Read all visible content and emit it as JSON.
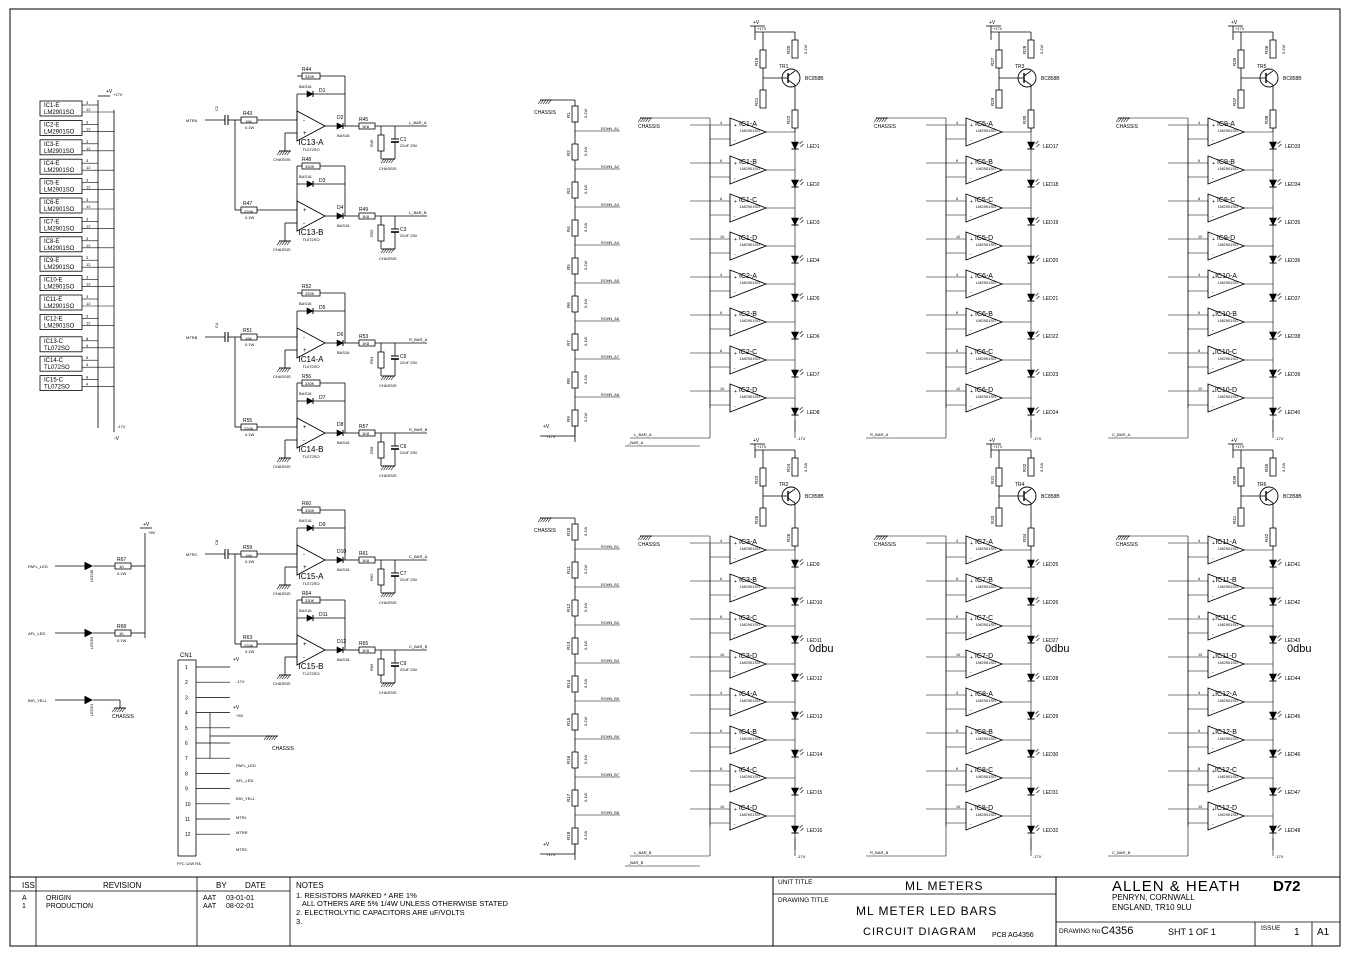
{
  "supply_blocks": [
    {
      "label": "IC1-E",
      "part": "LM2901SO"
    },
    {
      "label": "IC2-E",
      "part": "LM2901SO"
    },
    {
      "label": "IC3-E",
      "part": "LM2901SO"
    },
    {
      "label": "IC4-E",
      "part": "LM2901SO"
    },
    {
      "label": "IC5-E",
      "part": "LM2901SO"
    },
    {
      "label": "IC6-E",
      "part": "LM2901SO"
    },
    {
      "label": "IC7-E",
      "part": "LM2901SO"
    },
    {
      "label": "IC8-E",
      "part": "LM2901SO"
    },
    {
      "label": "IC9-E",
      "part": "LM2901SO"
    },
    {
      "label": "IC10-E",
      "part": "LM2901SO"
    },
    {
      "label": "IC11-E",
      "part": "LM2901SO"
    },
    {
      "label": "IC12-E",
      "part": "LM2901SO"
    },
    {
      "label": "IC13-C",
      "part": "TL072SO"
    },
    {
      "label": "IC14-C",
      "part": "TL072SO"
    },
    {
      "label": "IC15-C",
      "part": "TL072SO"
    }
  ],
  "supply_labels": {
    "plus": "+V",
    "plus17": "+17V",
    "minus17": "-17V",
    "minus": "-V",
    "plus5": "+5V",
    "chassis": "CHASSIS"
  },
  "rectifiers": [
    {
      "input": "MTRA",
      "cap": "C2",
      "r_in": "R43",
      "r_in_val": "15K",
      "fb_r": "R44",
      "fb_val": "330K",
      "d_fb": "D1",
      "d_out": "D2",
      "diode": "BAS16",
      "opamp": "IC13-A",
      "r_out": "R45",
      "r_out_val": "1K8",
      "r_load": "R46",
      "cap_out": "C1",
      "cap_val": "22uF 25V",
      "output": "L_BAR_A",
      "r2": "R47",
      "r2_val": "220K",
      "fb_r2": "R48",
      "d3": "D3",
      "d4": "D4",
      "opamp2": "IC13-B",
      "r_out2": "R49",
      "r_load2": "R50",
      "cap_out2": "C3",
      "output2": "L_BAR_B",
      "part": "TL072SO"
    },
    {
      "input": "MTRB",
      "cap": "C4",
      "r_in": "R51",
      "r_in_val": "15K",
      "fb_r": "R52",
      "fb_val": "330K",
      "d_fb": "D5",
      "d_out": "D6",
      "diode": "BAS16",
      "opamp": "IC14-A",
      "r_out": "R53",
      "r_out_val": "1K8",
      "r_load": "R54",
      "cap_out": "C5",
      "cap_val": "22uF 25V",
      "output": "R_BAR_A",
      "r2": "R55",
      "r2_val": "220K",
      "fb_r2": "R56",
      "d3": "D7",
      "d4": "D8",
      "opamp2": "IC14-B",
      "r_out2": "R57",
      "r_load2": "R58",
      "cap_out2": "C6",
      "output2": "R_BAR_B",
      "part": "TL072SO"
    },
    {
      "input": "MTRC",
      "cap": "C8",
      "r_in": "R59",
      "r_in_val": "15K",
      "fb_r": "R60",
      "fb_val": "330K",
      "d_fb": "D9",
      "d_out": "D10",
      "diode": "BAS16",
      "opamp": "IC15-A",
      "r_out": "R61",
      "r_out_val": "1K8",
      "r_load": "R62",
      "cap_out": "C7",
      "cap_val": "22uF 25V",
      "output": "C_BAR_A",
      "r2": "R63",
      "r2_val": "220K",
      "fb_r2": "R64",
      "d3": "D11",
      "d4": "D12",
      "opamp2": "IC15-B",
      "r_out2": "R65",
      "r_load2": "R66",
      "cap_out2": "C9",
      "output2": "C_BAR_B",
      "part": "TL072SO"
    }
  ],
  "status_leds": [
    {
      "net": "PAFL_LED",
      "led": "LED49",
      "res": "R67",
      "val": "1K"
    },
    {
      "net": "AFL_LED",
      "led": "LED50",
      "res": "R68",
      "val": "1K"
    },
    {
      "net": "BIG_YELL",
      "led": "LED51",
      "res": "",
      "val": ""
    }
  ],
  "connector": {
    "ref": "CN1",
    "desc": "FFC 12W RA",
    "pins": [
      "1",
      "2",
      "3",
      "4",
      "5",
      "6",
      "7",
      "8",
      "9",
      "10",
      "11",
      "12"
    ],
    "nets": [
      "+V",
      "-17V",
      "+5V",
      "CHASSIS",
      "PAFL_LED",
      "AFL_LED",
      "BIG_YELL",
      "MTRL",
      "MTRR",
      "MTRC"
    ]
  },
  "ladders": [
    {
      "resistors": [
        "R1",
        "R2",
        "R3",
        "R4",
        "R5",
        "R6",
        "R7",
        "R8",
        "R9"
      ],
      "nodes": [
        "ROHN_A1",
        "ROHN_A2",
        "ROHN_A3",
        "ROHN_A4",
        "ROHN_A5",
        "ROHN_A6",
        "ROHN_A7",
        "ROHN_A8"
      ],
      "bar": "_BAR_A"
    },
    {
      "resistors": [
        "R10",
        "R11",
        "R12",
        "R13",
        "R14",
        "R15",
        "R16",
        "R17",
        "R18"
      ],
      "nodes": [
        "ROHN_B1",
        "ROHN_B2",
        "ROHN_B3",
        "ROHN_B4",
        "ROHN_B5",
        "ROHN_B6",
        "ROHN_B7",
        "ROHN_B8"
      ],
      "bar": "_BAR_B"
    }
  ],
  "banks": [
    {
      "ics": [
        "IC1-A",
        "IC1-B",
        "IC1-C",
        "IC1-D",
        "IC2-A",
        "IC2-B",
        "IC2-C",
        "IC2-D"
      ],
      "leds": [
        "LED1",
        "LED2",
        "LED3",
        "LED4",
        "LED5",
        "LED6",
        "LED7",
        "LED8"
      ],
      "tr": "TR1",
      "trpart": "BC858B",
      "res": [
        "R19",
        "R20",
        "R21",
        "R22"
      ],
      "bar": "L_BAR_A",
      "odbu": ""
    },
    {
      "ics": [
        "IC5-A",
        "IC5-B",
        "IC5-C",
        "IC5-D",
        "IC6-A",
        "IC6-B",
        "IC6-C",
        "IC6-D"
      ],
      "leds": [
        "LED17",
        "LED18",
        "LED19",
        "LED20",
        "LED21",
        "LED22",
        "LED23",
        "LED24"
      ],
      "tr": "TR3",
      "trpart": "BC858B",
      "res": [
        "R27",
        "R28",
        "R29",
        "R30"
      ],
      "bar": "R_BAR_A",
      "odbu": ""
    },
    {
      "ics": [
        "IC9-A",
        "IC9-B",
        "IC9-C",
        "IC9-D",
        "IC10-A",
        "IC10-B",
        "IC10-C",
        "IC10-D"
      ],
      "leds": [
        "LED33",
        "LED34",
        "LED35",
        "LED36",
        "LED37",
        "LED38",
        "LED39",
        "LED40"
      ],
      "tr": "TR5",
      "trpart": "BC858B",
      "res": [
        "R35",
        "R36",
        "R37",
        "R38"
      ],
      "bar": "C_BAR_A",
      "odbu": ""
    },
    {
      "ics": [
        "IC3-A",
        "IC3-B",
        "IC3-C",
        "IC3-D",
        "IC4-A",
        "IC4-B",
        "IC4-C",
        "IC4-D"
      ],
      "leds": [
        "LED9",
        "LED10",
        "LED11",
        "LED12",
        "LED13",
        "LED14",
        "LED15",
        "LED16"
      ],
      "tr": "TR2",
      "trpart": "BC858B",
      "res": [
        "R23",
        "R24",
        "R25",
        "R26"
      ],
      "bar": "L_BAR_B",
      "odbu": "0dbu"
    },
    {
      "ics": [
        "IC7-A",
        "IC7-B",
        "IC7-C",
        "IC7-D",
        "IC8-A",
        "IC8-B",
        "IC8-C",
        "IC8-D"
      ],
      "leds": [
        "LED25",
        "LED26",
        "LED27",
        "LED28",
        "LED29",
        "LED30",
        "LED31",
        "LED32"
      ],
      "tr": "TR4",
      "trpart": "BC858B",
      "res": [
        "R31",
        "R32",
        "R33",
        "R34"
      ],
      "bar": "R_BAR_B",
      "odbu": "0dbu"
    },
    {
      "ics": [
        "IC11-A",
        "IC11-B",
        "IC11-C",
        "IC11-D",
        "IC12-A",
        "IC12-B",
        "IC12-C",
        "IC12-D"
      ],
      "leds": [
        "LED41",
        "LED42",
        "LED43",
        "LED44",
        "LED45",
        "LED46",
        "LED47",
        "LED48"
      ],
      "tr": "TR6",
      "trpart": "BC858B",
      "res": [
        "R39",
        "R40",
        "R41",
        "R42"
      ],
      "bar": "C_BAR_B",
      "odbu": "0dbu"
    }
  ],
  "comparator_part": "LM2901SO",
  "title_block": {
    "iss_header": "ISS",
    "revision_header": "REVISION",
    "by_header": "BY",
    "date_header": "DATE",
    "rows": [
      {
        "iss": "A",
        "revision": "ORIGIN",
        "by": "AAT",
        "date": "03-01-01"
      },
      {
        "iss": "1",
        "revision": "PRODUCTION",
        "by": "AAT",
        "date": "08-02-01"
      }
    ],
    "notes_header": "NOTES",
    "notes": [
      "1. RESISTORS MARKED * ARE 1%",
      "   ALL OTHERS ARE 5% 1/4W UNLESS OTHERWISE STATED",
      "2. ELECTROLYTIC CAPACITORS ARE uF/VOLTS",
      "3."
    ],
    "unit_title_label": "UNIT TITLE",
    "unit_title": "ML METERS",
    "drawing_title_label": "DRAWING TITLE",
    "drawing_title": "ML METER LED BARS",
    "circuit_diagram": "CIRCUIT DIAGRAM",
    "pcb": "PCB AG4356",
    "company": "ALLEN & HEATH",
    "model": "D72",
    "address1": "PENRYN, CORNWALL",
    "address2": "ENGLAND, TR10 9LU",
    "drawing_no_label": "DRAWING No",
    "drawing_no": "C4356",
    "sheet": "SHT 1 OF 1",
    "issue_label": "ISSUE",
    "issue": "1",
    "size": "A1"
  }
}
